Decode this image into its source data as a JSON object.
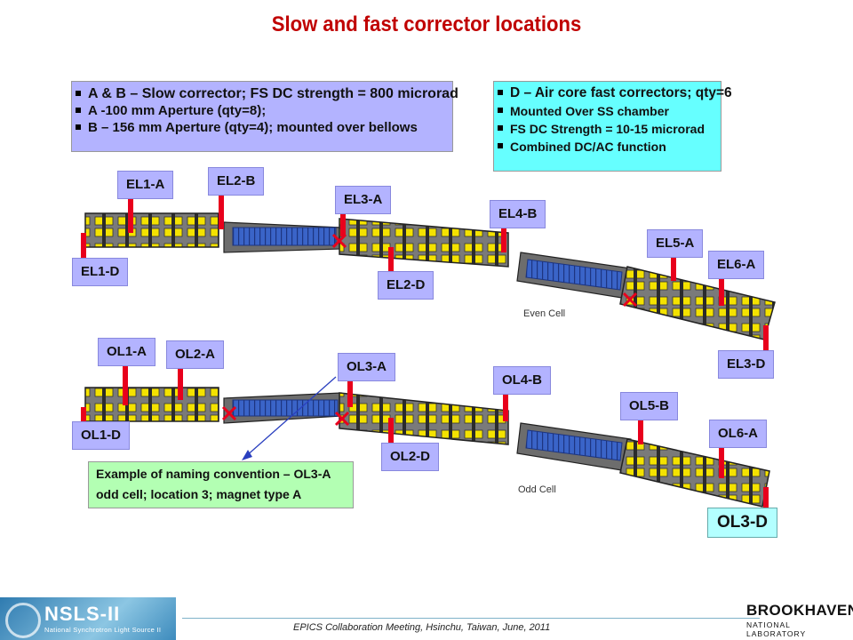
{
  "title": "Slow and fast corrector locations",
  "slow_box": {
    "items": [
      "A  & B – Slow corrector; FS DC strength = 800 microrad",
      "A -100 mm Aperture (qty=8);",
      "B – 156 mm Aperture (qty=4); mounted over bellows"
    ]
  },
  "fast_box": {
    "items": [
      "D – Air core fast correctors; qty=6",
      "Mounted Over SS chamber",
      "FS DC Strength = 10-15 microrad",
      "Combined  DC/AC function"
    ]
  },
  "example_box": {
    "line1": "Example of naming convention – OL3-A",
    "line2": "odd cell; location 3; magnet type A"
  },
  "even_cell": {
    "caption": "Even Cell",
    "labels": [
      "EL1-A",
      "EL2-B",
      "EL3-A",
      "EL4-B",
      "EL5-A",
      "EL6-A",
      "EL1-D",
      "EL2-D",
      "EL3-D"
    ]
  },
  "odd_cell": {
    "caption": "Odd Cell",
    "labels": [
      "OL1-A",
      "OL2-A",
      "OL3-A",
      "OL4-B",
      "OL5-B",
      "OL6-A",
      "OL1-D",
      "OL2-D",
      "OL3-D"
    ]
  },
  "footer": {
    "text": "EPICS Collaboration Meeting, Hsinchu, Taiwan, June, 2011",
    "logo_left_name": "NSLS-II",
    "logo_left_sub": "National Synchrotron Light Source II",
    "logo_right_name": "BROOKHAVEN",
    "logo_right_sub": "NATIONAL LABORATORY"
  },
  "colors": {
    "title": "#c00000",
    "slow_box": "#b3b3ff",
    "fast_box": "#66ffff",
    "example_box": "#b3ffb3",
    "label": "#b3b3ff",
    "corrector_marker": "#e8001c",
    "magnet": "#f4e200",
    "chamber": "#3a64c8"
  }
}
